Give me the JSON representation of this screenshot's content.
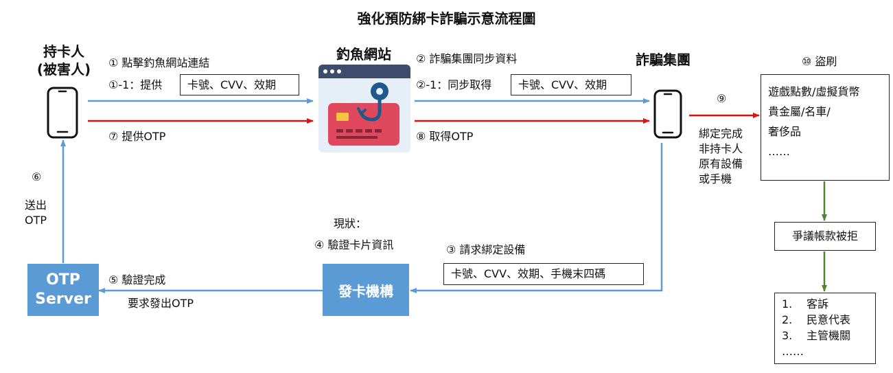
{
  "title": "強化預防綁卡詐騙示意流程圖",
  "actors": {
    "cardholder": [
      "持卡人",
      "(被害人)"
    ],
    "phishing_site": "釣魚網站",
    "fraud_group": "詐騙集團",
    "otp_server": [
      "OTP",
      "Server"
    ],
    "issuer": "發卡機構"
  },
  "steps": {
    "s1": "① 點擊釣魚網站連結",
    "s1_1_label": "①-1：提供",
    "s1_1_box": "卡號、CVV、效期",
    "s2": "② 詐騙集團同步資料",
    "s2_1_label": "②-1：同步取得",
    "s2_1_box": "卡號、CVV、效期",
    "s7": "⑦  提供OTP",
    "s8": "⑧  取得OTP",
    "s9": "⑨",
    "s9_text": [
      "綁定完成",
      "非持卡人",
      "原有設備",
      "或手機"
    ],
    "s10": "⑩  盜刷",
    "s10_items": [
      "遊戲點數/虛擬貨幣",
      "貴金屬/名車/",
      "奢侈品",
      "……"
    ],
    "s6": "⑥",
    "s6_text": [
      "送出",
      "OTP"
    ],
    "status": "現狀：",
    "s4": "④ 驗證卡片資訊",
    "s3": "③ 請求綁定設備",
    "s3_box": "卡號、CVV、效期、手機末四碼",
    "s5": "⑤  驗證完成",
    "s5_sub": "要求發出OTP",
    "dispute": "爭議帳款被拒",
    "complaints": [
      {
        "num": "1.",
        "text": "客訴"
      },
      {
        "num": "2.",
        "text": "民意代表"
      },
      {
        "num": "3.",
        "text": "主管機關"
      }
    ],
    "complaints_more": "……"
  },
  "colors": {
    "blue_arrow": "#5b9bd5",
    "red_arrow": "#e01010",
    "green_arrow": "#548235",
    "box_fill": "#5b9bd5"
  },
  "icons": [
    "phone-icon",
    "phishing-website-icon",
    "credit-card-icon",
    "fishing-hook-icon"
  ]
}
